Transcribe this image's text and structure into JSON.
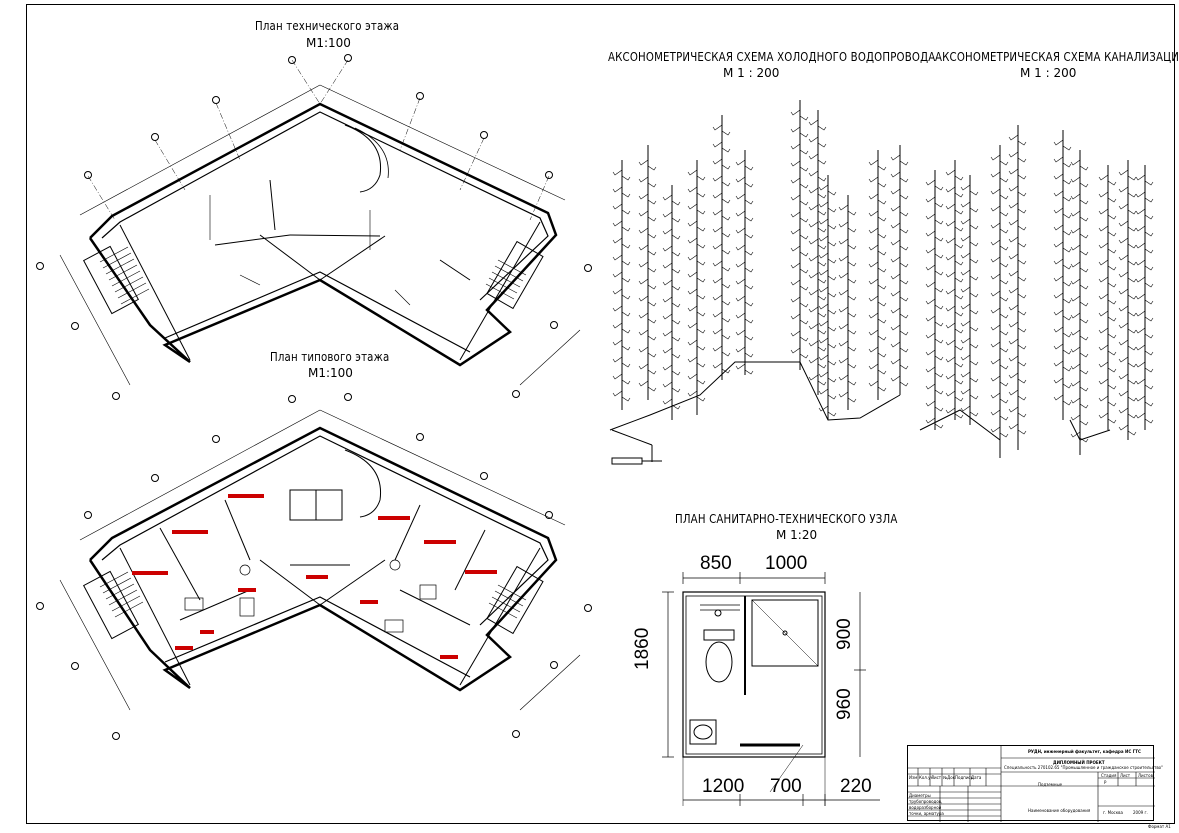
{
  "titles": {
    "tech_floor": "План технического этажа",
    "tech_floor_scale": "М1:100",
    "typical_floor": "План типового этажа",
    "typical_floor_scale": "М1:100",
    "cold_water": "АКСОНОМЕТРИЧЕСКАЯ СХЕМА ХОЛОДНОГО ВОДОПРОВОДА",
    "cold_water_scale": "М 1 : 200",
    "sewer": "АКСОНОМЕТРИЧЕСКАЯ СХЕМА КАНАЛИЗАЦИИ",
    "sewer_scale": "М 1 : 200",
    "sanitary": "ПЛАН САНИТАРНО-ТЕХНИЧЕСКОГО УЗЛА",
    "sanitary_scale": "М 1:20"
  },
  "dimensions": {
    "top_left": "850",
    "top_right": "1000",
    "left": "1860",
    "right_top": "900",
    "right_bottom": "960",
    "bottom_left": "1200",
    "bottom_mid": "700",
    "bottom_right": "220"
  },
  "title_block": {
    "org": "РУДН, инженерный факультет, кафедра ИС ГТС",
    "project_type": "ДИПЛОМНЫЙ ПРОЕКТ",
    "specialty": "Специальность 270102.65 \"Промышленное и гражданское строительство\"",
    "cols": [
      "Изм",
      "Кол.уч",
      "Лист",
      "№Док",
      "Подпись",
      "Дата"
    ],
    "section": "Подземные",
    "stage_label": "Стадия",
    "sheet_label": "Лист",
    "sheets_label": "Листов",
    "stage": "Р",
    "drawing": "Наименование оборудования",
    "city": "г. Москва",
    "year": "2009 г.",
    "left_notes": [
      "Диаметры",
      "трубопроводов,",
      "водоразборной",
      "точки, арматура"
    ],
    "format": "Формат А1"
  },
  "colors": {
    "line": "#000000",
    "annotation_red": "#cc0000"
  }
}
